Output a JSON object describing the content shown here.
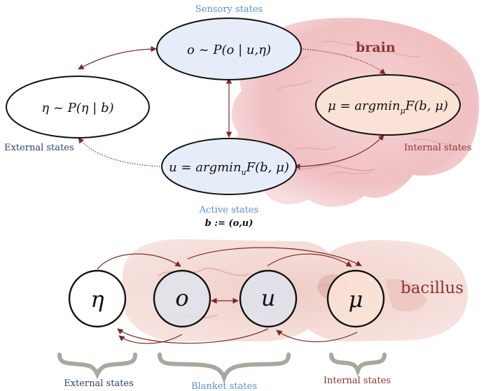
{
  "colors": {
    "blue_label": "#5b8fd8",
    "navy_label": "#2b3f66",
    "red_label": "#8c3333",
    "arrow": "#7a2a26",
    "blanket_fill": "#e7edf8",
    "internal_fill": "#fbe2d6",
    "brain": "#f2c4c6",
    "bacillus": "#f1d4cf",
    "brace": "#a8a8a0"
  },
  "top": {
    "sensory_label": "Sensory states",
    "active_label": "Active states",
    "external_label": "External states",
    "internal_label": "Internal states",
    "brain_label": "brain",
    "blanket_def": "b := (o,u)",
    "eq_sensory": "o ~ P(o | u,η)",
    "eq_external": "η ~ P(η | b)",
    "eq_internal_pre": "μ = argmin",
    "eq_internal_sub": "μ",
    "eq_internal_post": "F(b, μ)",
    "eq_active_pre": "u = argmin",
    "eq_active_sub": "u",
    "eq_active_post": "F(b, μ)"
  },
  "bottom": {
    "node_eta": "η",
    "node_o": "o",
    "node_u": "u",
    "node_mu": "μ",
    "bacillus_label": "bacillus",
    "external_label": "External states",
    "blanket_label": "Blanket states",
    "internal_label": "Internal states"
  }
}
